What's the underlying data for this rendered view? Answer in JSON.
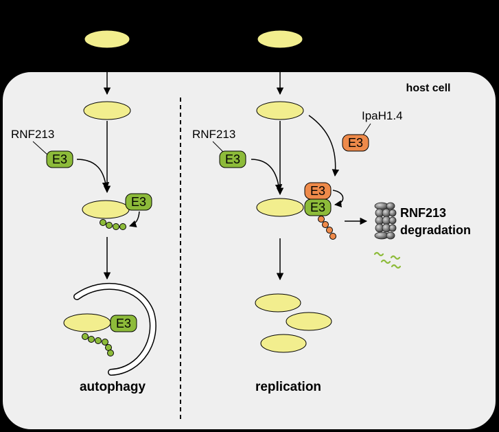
{
  "labels": {
    "host_cell": "host cell",
    "rnf213_left": "RNF213",
    "rnf213_right": "RNF213",
    "ipah": "IpaH1.4",
    "e3": "E3",
    "degradation_line1": "RNF213",
    "degradation_line2": "degradation",
    "autophagy": "autophagy",
    "replication": "replication"
  },
  "colors": {
    "background": "#000000",
    "cell_fill": "#efefef",
    "bacterium": "#f2ee8e",
    "e3_green": "#8dbb3a",
    "ubiquitin_green": "#8dbb3a",
    "e3_orange": "#ee8a4a",
    "ubiquitin_orange": "#ee8a4a",
    "proteasome": "#6e6e6e"
  },
  "icons": {
    "proteasome": "proteasome-icon",
    "peptide_fragments": "peptide-fragments-icon"
  }
}
